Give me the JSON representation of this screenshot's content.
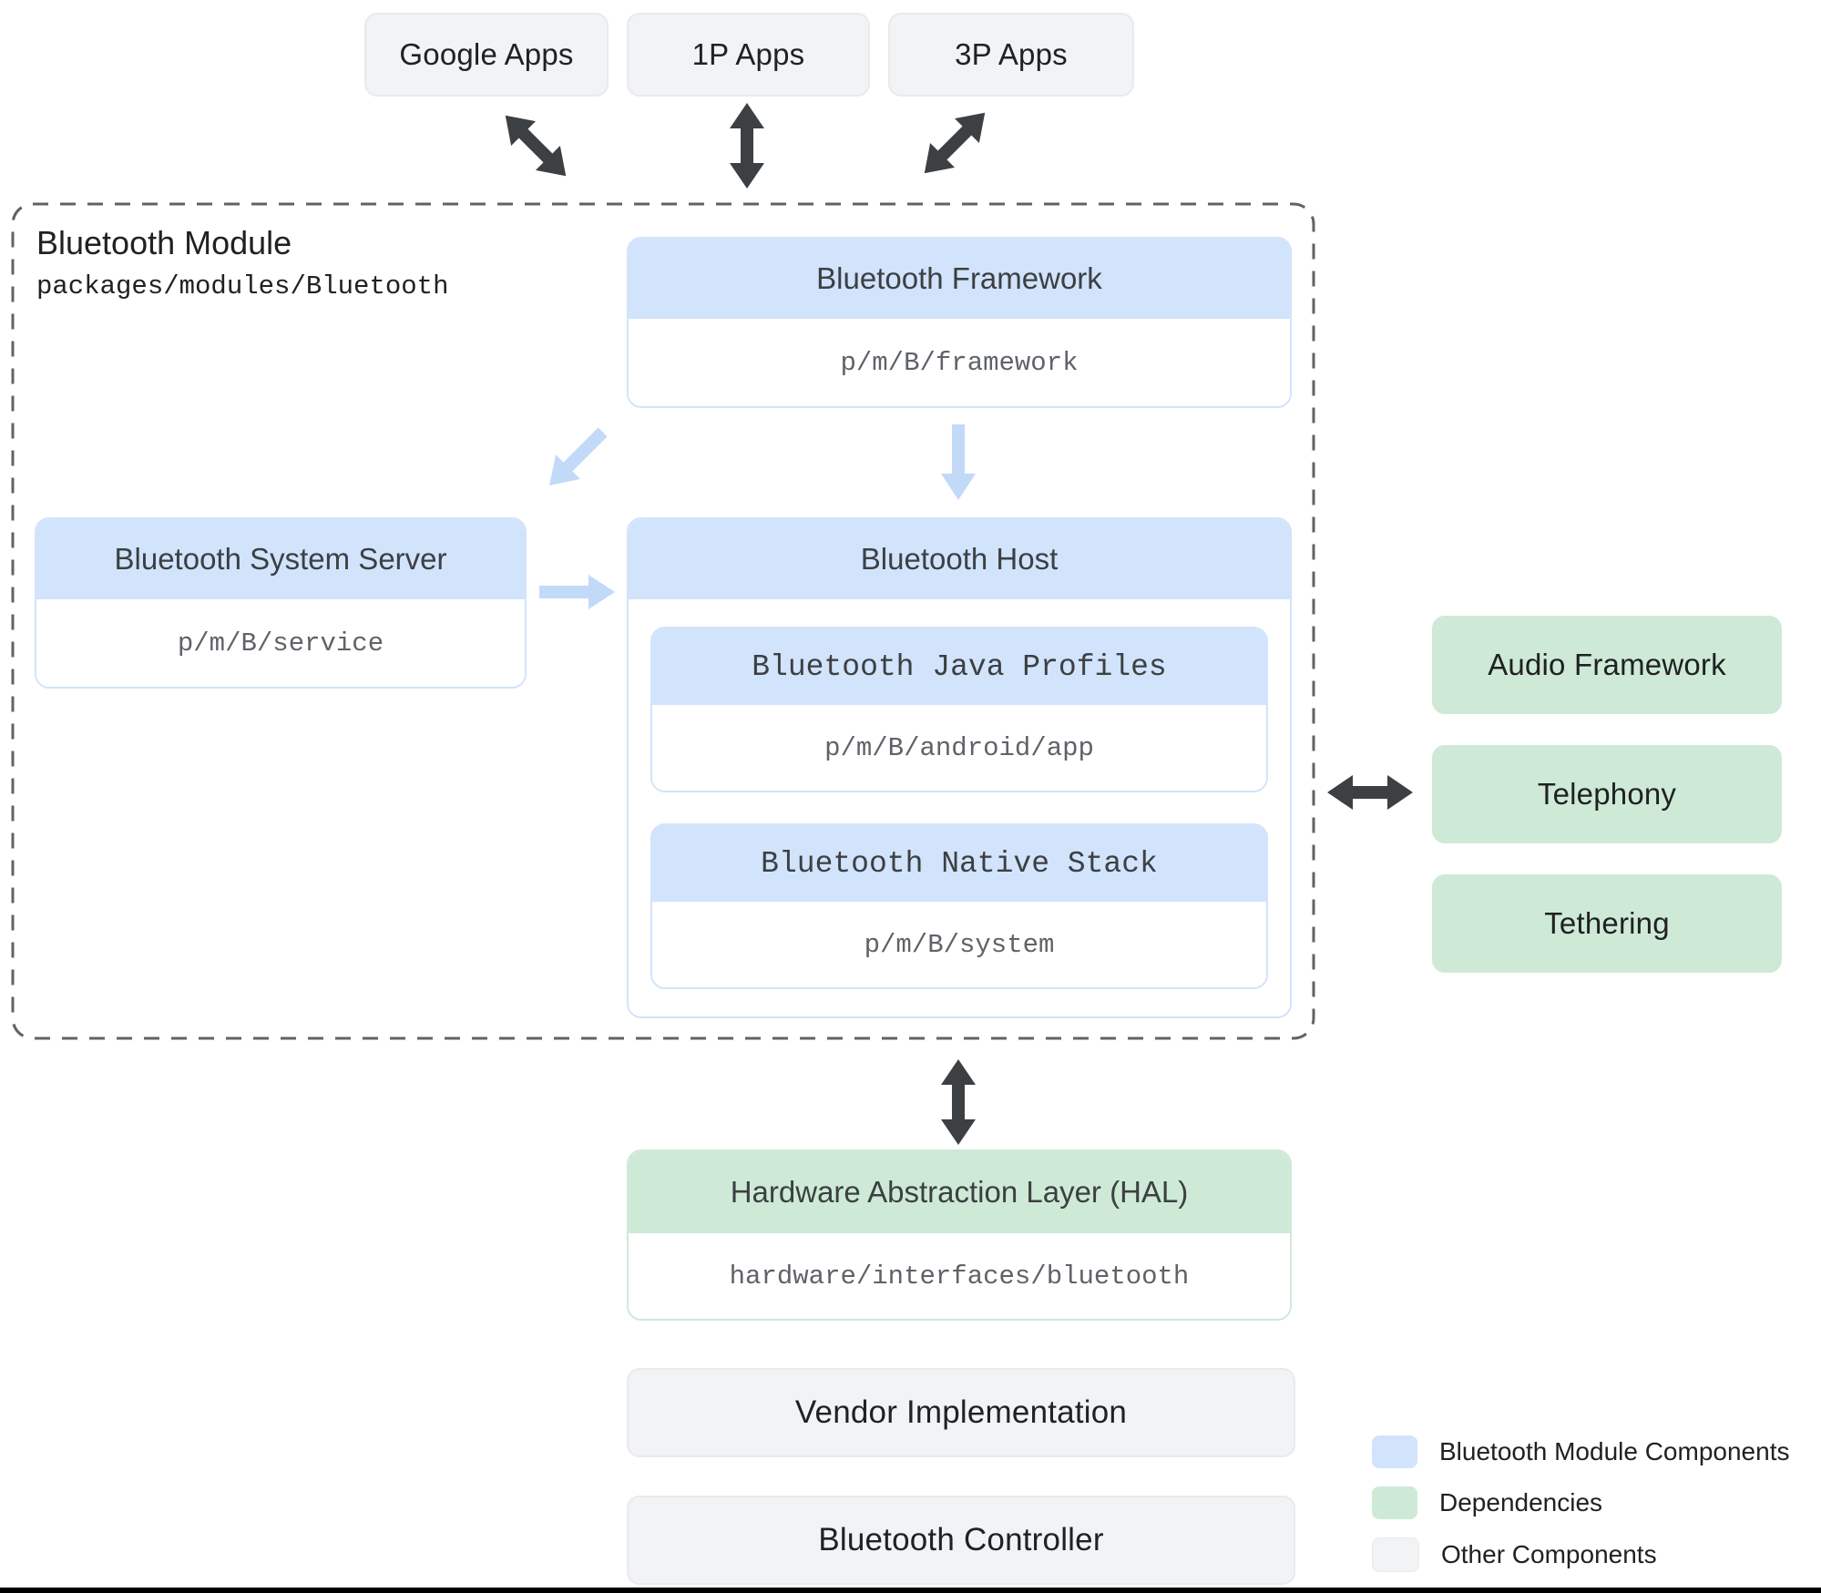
{
  "top_apps": [
    {
      "label": "Google Apps"
    },
    {
      "label": "1P Apps"
    },
    {
      "label": "3P Apps"
    }
  ],
  "bluetooth_module": {
    "title": "Bluetooth Module",
    "path": "packages/modules/Bluetooth",
    "framework": {
      "title": "Bluetooth Framework",
      "path": "p/m/B/framework"
    },
    "system_server": {
      "title": "Bluetooth System Server",
      "path": "p/m/B/service"
    },
    "host": {
      "title": "Bluetooth Host",
      "java_profiles": {
        "title": "Bluetooth Java Profiles",
        "path": "p/m/B/android/app"
      },
      "native_stack": {
        "title": "Bluetooth Native Stack",
        "path": "p/m/B/system"
      }
    }
  },
  "dependencies": [
    {
      "label": "Audio Framework"
    },
    {
      "label": "Telephony"
    },
    {
      "label": "Tethering"
    }
  ],
  "hal": {
    "title": "Hardware Abstraction Layer (HAL)",
    "path": "hardware/interfaces/bluetooth"
  },
  "other_components": [
    {
      "label": "Vendor Implementation"
    },
    {
      "label": "Bluetooth Controller"
    }
  ],
  "legend": [
    {
      "label": "Bluetooth Module Components",
      "color": "#d2e3fc"
    },
    {
      "label": "Dependencies",
      "color": "#ceead6"
    },
    {
      "label": "Other Components",
      "color": "#f1f3f4"
    }
  ],
  "colors": {
    "module_component": "#d2e3fc",
    "dependency": "#ceead6",
    "other_component": "#f1f3f4",
    "arrow_dark": "#3c4043",
    "arrow_light": "#c3d9f8",
    "dashed_border": "#5f6368"
  }
}
